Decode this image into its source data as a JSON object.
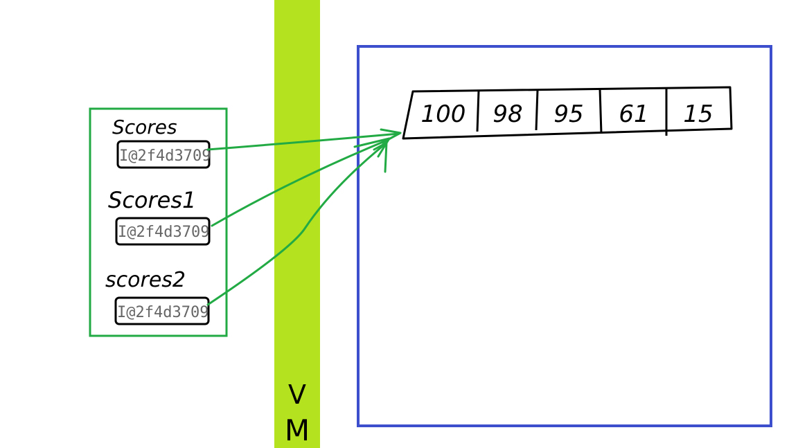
{
  "stack": {
    "variables": [
      {
        "name": "Scores",
        "ref": "I@2f4d3709"
      },
      {
        "name": "Scores1",
        "ref": "I@2f4d3709"
      },
      {
        "name": "scores2",
        "ref": "I@2f4d3709"
      }
    ]
  },
  "vm_bar": {
    "label_top": "V",
    "label_bottom": "M"
  },
  "heap": {
    "array_values": [
      "100",
      "98",
      "95",
      "61",
      "15"
    ]
  },
  "colors": {
    "stack_border": "#22aa44",
    "vm_bar": "#b5e21f",
    "heap_border": "#3d4fcc",
    "arrow": "#22aa44",
    "ink": "#000000"
  }
}
